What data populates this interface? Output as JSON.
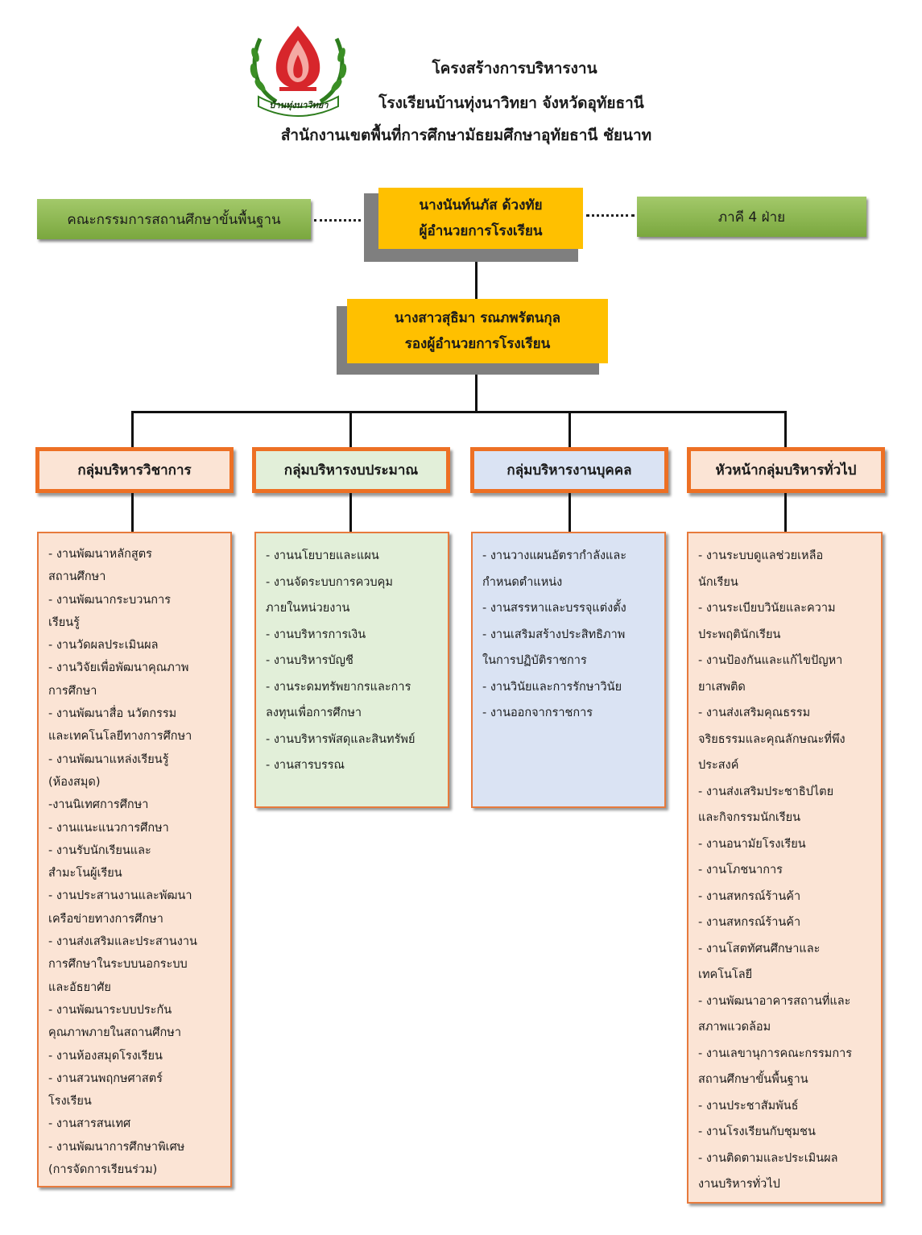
{
  "header": {
    "logo_text": "บ้านทุ่งนาวิทยา",
    "line1": "โครงสร้างการบริหารงาน",
    "line2": "โรงเรียนบ้านทุ่งนาวิทยา จังหวัดอุทัยธานี",
    "line3": "สำนักงานเขตพื้นที่การศึกษามัธยมศึกษาอุทัยธานี ชัยนาท"
  },
  "director": {
    "name": "นางนันท์นภัส ด้วงทัย",
    "position": "ผู้อำนวยการโรงเรียน"
  },
  "deputy": {
    "name": "นางสาวสุธิมา รณภพรัตนกุล",
    "position": "รองผู้อำนวยการโรงเรียน"
  },
  "committee": "คณะกรรมการสถานศึกษาขั้นพื้นฐาน",
  "partners": "ภาคี 4 ฝ่าย",
  "groups": [
    {
      "title": "กลุ่มบริหารวิชาการ",
      "color": "#fbe4d5",
      "items": [
        [
          "-  งานพัฒนาหลักสูตร",
          "สถานศึกษา"
        ],
        [
          "-  งานพัฒนากระบวนการ",
          "เรียนรู้"
        ],
        [
          "-  งานวัดผลประเมินผล"
        ],
        [
          "-  งานวิจัยเพื่อพัฒนาคุณภาพ",
          "การศึกษา"
        ],
        [
          "-  งานพัฒนาสื่อ นวัตกรรม",
          "และเทคโนโลยีทางการศึกษา"
        ],
        [
          "-  งานพัฒนาแหล่งเรียนรู้",
          "(ห้องสมุด)"
        ],
        [
          "     -งานนิเทศการศึกษา"
        ],
        [
          "-  งานแนะแนวการศึกษา"
        ],
        [
          "-  งานรับนักเรียนและ",
          "สำมะโนผู้เรียน"
        ],
        [
          "-  งานประสานงานและพัฒนา",
          "เครือข่ายทางการศึกษา"
        ],
        [
          "- งานส่งเสริมและประสานงาน",
          "การศึกษาในระบบนอกระบบ",
          "และอัธยาศัย"
        ],
        [
          "-  งานพัฒนาระบบประกัน",
          "คุณภาพภายในสถานศึกษา"
        ],
        [
          "-  งานห้องสมุดโรงเรียน"
        ],
        [
          "-  งานสวนพฤกษศาสตร์",
          "โรงเรียน"
        ],
        [
          "-  งานสารสนเทศ"
        ],
        [
          "-  งานพัฒนาการศึกษาพิเศษ",
          "(การจัดการเรียนร่วม)"
        ]
      ]
    },
    {
      "title": "กลุ่มบริหารงบประมาณ",
      "color": "#e2efd9",
      "items": [
        [
          "-  งานนโยบายและแผน"
        ],
        [
          "-  งานจัดระบบการควบคุม",
          "ภายในหน่วยงาน"
        ],
        [
          "-  งานบริหารการเงิน"
        ],
        [
          "-  งานบริหารบัญชี"
        ],
        [
          "-  งานระดมทรัพยากรและการ",
          "ลงทุนเพื่อการศึกษา"
        ],
        [
          "-  งานบริหารพัสดุและสินทรัพย์"
        ],
        [
          "-  งานสารบรรณ"
        ]
      ]
    },
    {
      "title": "กลุ่มบริหารงานบุคคล",
      "color": "#dae3f3",
      "items": [
        [
          "-  งานวางแผนอัตรากำลังและ",
          "กำหนดตำแหน่ง"
        ],
        [
          "-  งานสรรหาและบรรจุแต่งตั้ง"
        ],
        [
          "-  งานเสริมสร้างประสิทธิภาพ",
          "ในการปฏิบัติราชการ"
        ],
        [
          "-  งานวินัยและการรักษาวินัย"
        ],
        [
          "-  งานออกจากราชการ"
        ]
      ]
    },
    {
      "title": "หัวหน้ากลุ่มบริหารทั่วไป",
      "color": "#fbe4d5",
      "items": [
        [
          "-  งานระบบดูแลช่วยเหลือ",
          "นักเรียน"
        ],
        [
          "-  งานระเบียบวินัยและความ",
          "ประพฤตินักเรียน"
        ],
        [
          "-  งานป้องกันและแก้ไขปัญหา",
          "ยาเสพติด"
        ],
        [
          "-  งานส่งเสริมคุณธรรม",
          "จริยธรรมและคุณลักษณะที่พึง",
          "ประสงค์"
        ],
        [
          "-  งานส่งเสริมประชาธิปไตย",
          "และกิจกรรมนักเรียน"
        ],
        [
          "-  งานอนามัยโรงเรียน"
        ],
        [
          "-  งานโภชนาการ"
        ],
        [
          "-  งานสหกรณ์ร้านค้า"
        ],
        [
          "-  งานสหกรณ์ร้านค้า"
        ],
        [
          "-  งานโสตทัศนศึกษาและ",
          "เทคโนโลยี"
        ],
        [
          "- งานพัฒนาอาคารสถานที่และ",
          "สภาพแวดล้อม"
        ],
        [
          "-  งานเลขานุการคณะกรรมการ",
          "สถานศึกษาขั้นพื้นฐาน"
        ],
        [
          "-  งานประชาสัมพันธ์"
        ],
        [
          "-  งานโรงเรียนกับชุมชน"
        ],
        [
          "-  งานติดตามและประเมินผล",
          "งานบริหารทั่วไป"
        ]
      ]
    }
  ]
}
